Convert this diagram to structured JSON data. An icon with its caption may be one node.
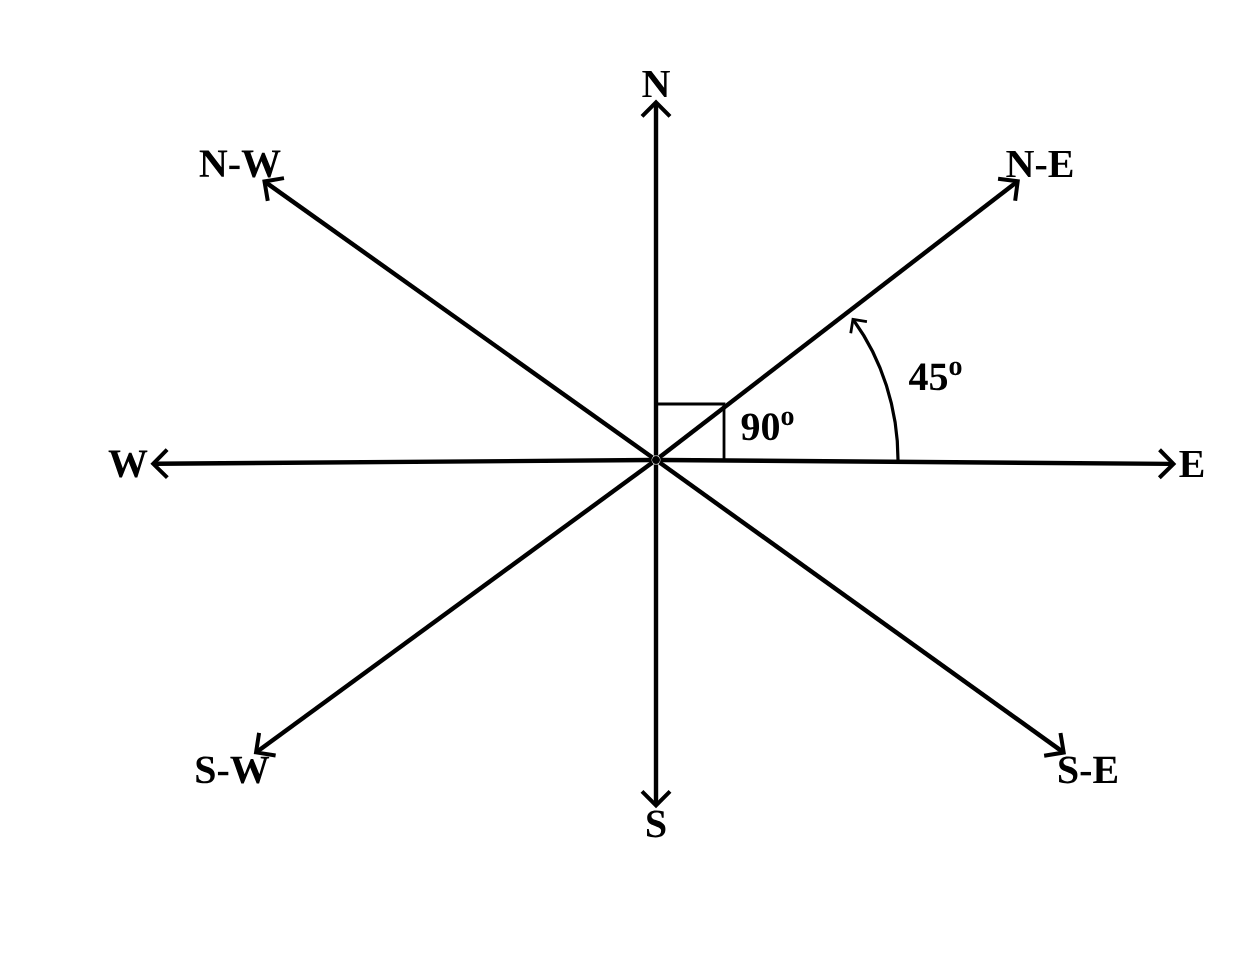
{
  "diagram": {
    "nodes": [
      {
        "text": [
          "N"
        ]
      },
      {
        "text": [
          "N-W"
        ]
      },
      {
        "text": [
          "N-E"
        ]
      },
      {
        "text": [
          "W"
        ]
      },
      {
        "text": [
          "E"
        ]
      },
      {
        "text": [
          "S-W"
        ]
      },
      {
        "text": [
          "S-E"
        ]
      },
      {
        "text": [
          "S"
        ]
      },
      {
        "text": [],
        "shape": "point"
      }
    ],
    "edges": [
      {
        "from": 8,
        "to": 0,
        "arrow": "to"
      },
      {
        "from": 8,
        "to": 1,
        "arrow": "to"
      },
      {
        "from": 8,
        "to": 2,
        "arrow": "to"
      },
      {
        "from": 8,
        "to": 3,
        "arrow": "to"
      },
      {
        "from": 8,
        "to": 4,
        "arrow": "to"
      },
      {
        "from": 8,
        "to": 5,
        "arrow": "to"
      },
      {
        "from": 8,
        "to": 6,
        "arrow": "to"
      },
      {
        "from": 8,
        "to": 7,
        "arrow": "to"
      }
    ],
    "labels": [
      "90$^{o}$",
      "45$^{o}$"
    ]
  }
}
